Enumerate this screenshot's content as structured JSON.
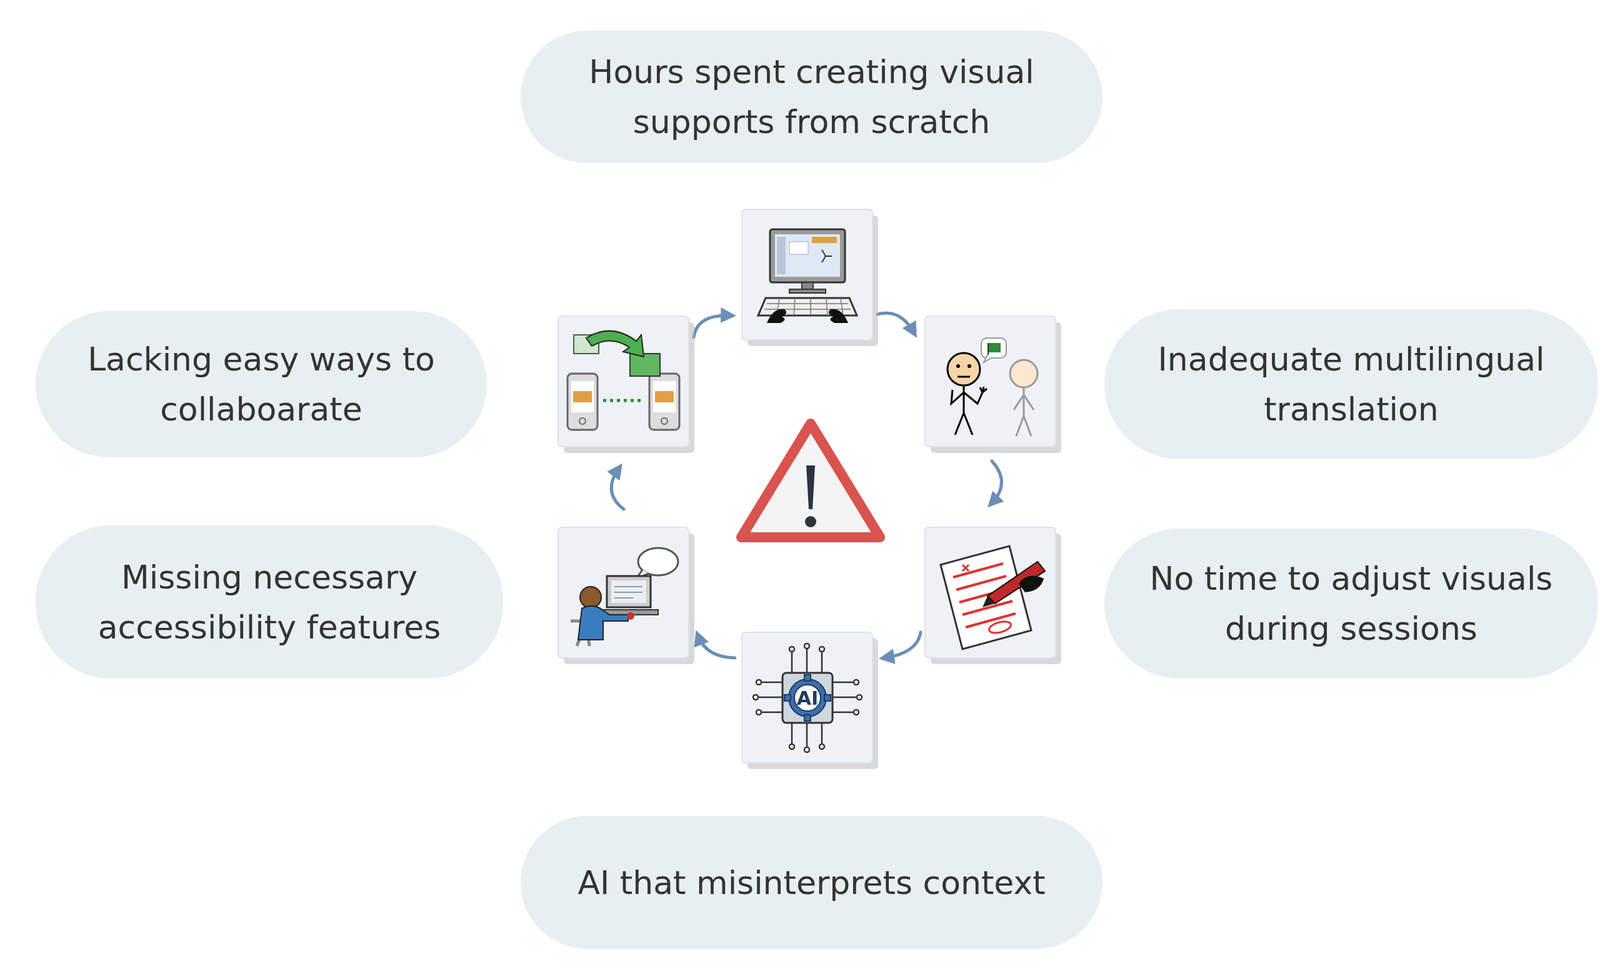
{
  "diagram": {
    "nodes": [
      {
        "text": [
          "Hours spent creating visual supports from scratch"
        ]
      },
      {
        "text": [
          "Lacking easy ways to collaboarate"
        ]
      },
      {
        "text": [
          "Inadequate multilingual translation"
        ]
      },
      {
        "text": [
          "Missing necessary accessibility features"
        ]
      },
      {
        "text": [
          "No time to adjust visuals during sessions"
        ]
      },
      {
        "text": [
          "AI that misinterprets context"
        ]
      }
    ],
    "labels": [
      "AI"
    ]
  }
}
